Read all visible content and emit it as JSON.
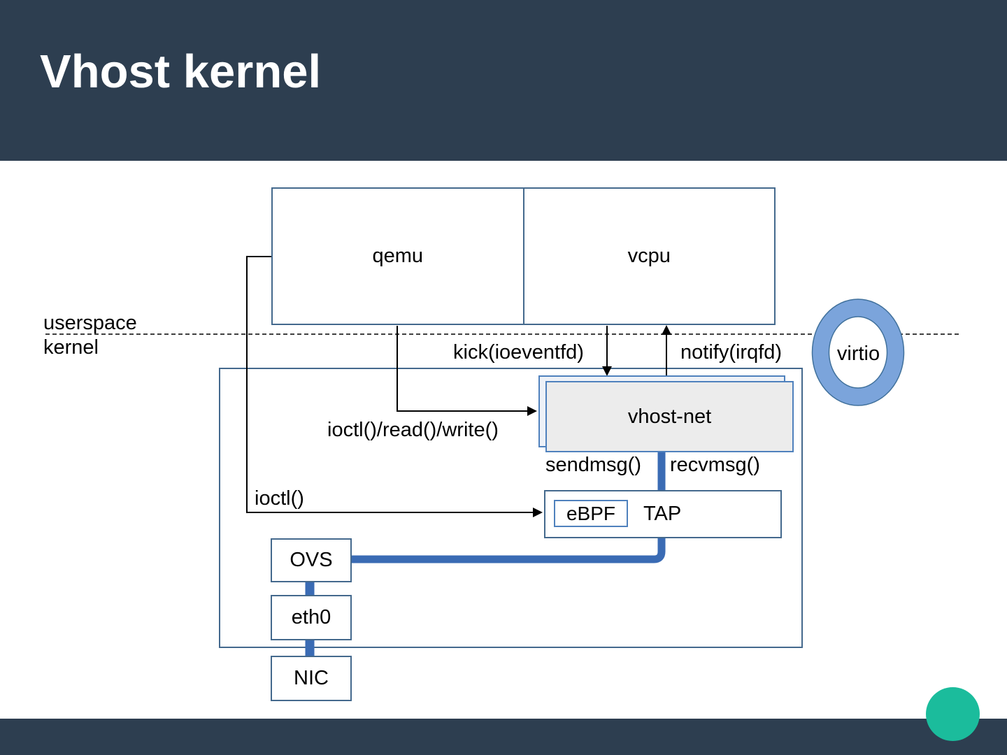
{
  "slide": {
    "title": "Vhost kernel"
  },
  "diagram": {
    "boxes": {
      "qemu": "qemu",
      "vcpu": "vcpu",
      "vhost_net": "vhost-net",
      "ebpf": "eBPF",
      "tap": "TAP",
      "ovs": "OVS",
      "eth0": "eth0",
      "nic": "NIC",
      "virtio": "virtio"
    },
    "labels": {
      "userspace": "userspace",
      "kernel": "kernel",
      "kick": "kick(ioeventfd)",
      "notify": "notify(irqfd)",
      "ioctl_read_write": "ioctl()/read()/write()",
      "sendmsg": "sendmsg()",
      "recvmsg": "recvmsg()",
      "ioctl": "ioctl()"
    },
    "colors": {
      "header_bg": "#2D3E50",
      "data_path_blue": "#3A6BB4",
      "box_border": "#44698D",
      "stack_border": "#4F81BD",
      "ring_fill": "#7BA4DB",
      "ring_border": "#41719C",
      "green_dot": "#1BBC9C"
    }
  }
}
